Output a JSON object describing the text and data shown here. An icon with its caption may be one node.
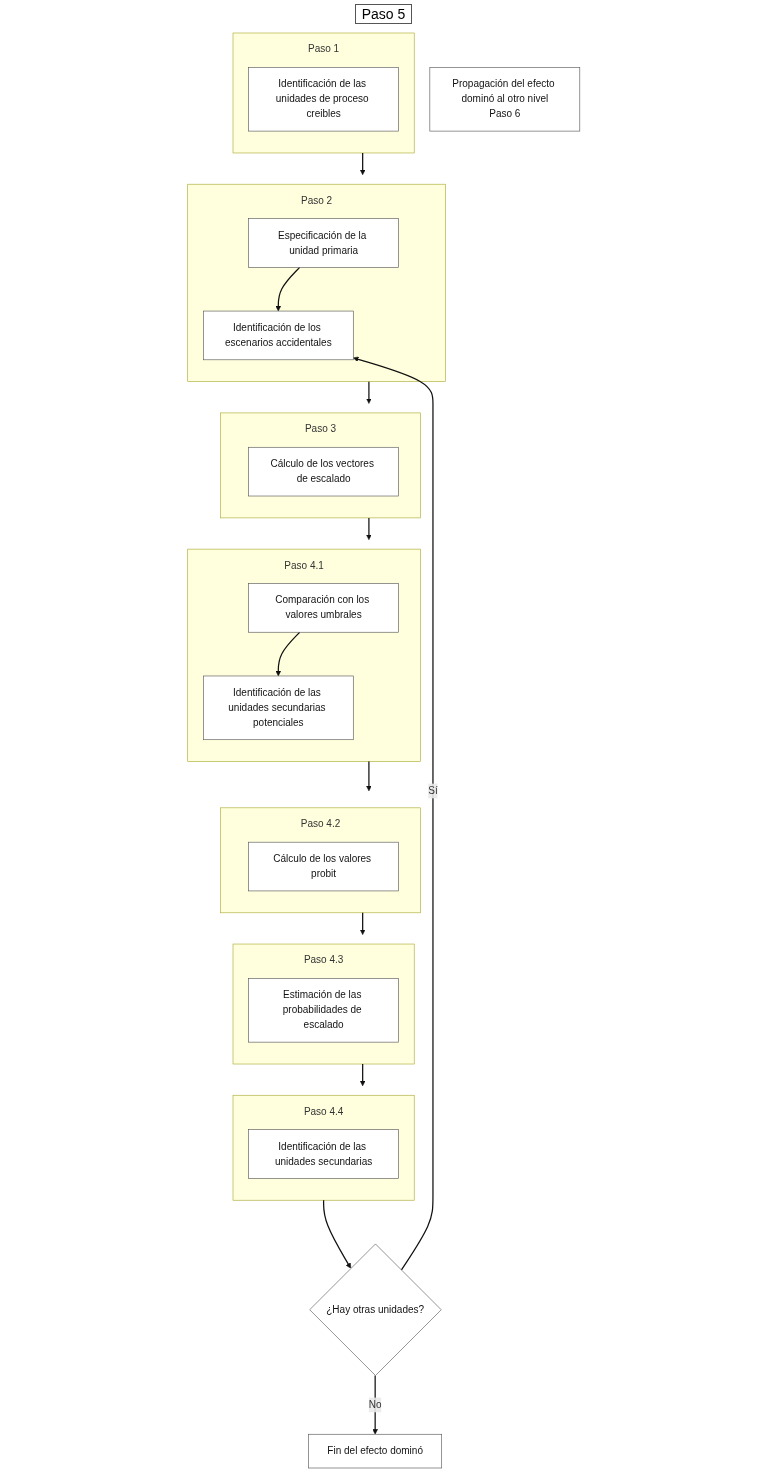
{
  "diagram": {
    "nodes": [
      {
        "text": [
          "Paso 1"
        ]
      },
      {
        "text": [
          "Identificación de las unidades de proceso creibles"
        ],
        "in": 0
      },
      {
        "text": [
          "Paso 2"
        ]
      },
      {
        "text": [
          "Especificación de la unidad primaria"
        ],
        "in": 2
      },
      {
        "text": [
          "Identificación de los escenarios accidentales"
        ],
        "in": 2
      },
      {
        "text": [
          "Paso 3"
        ]
      },
      {
        "text": [
          "Cálculo de los vectores de escalado"
        ],
        "in": 5
      },
      {
        "text": [
          "Paso 4.1"
        ]
      },
      {
        "text": [
          "Comparación con los valores umbrales"
        ],
        "in": 7
      },
      {
        "text": [
          "Identificación de las unidades secundarias potenciales"
        ],
        "in": 7
      },
      {
        "text": [
          "Paso 4.2"
        ]
      },
      {
        "text": [
          "Cálculo de los valores probit"
        ],
        "in": 10
      },
      {
        "text": [
          "Paso 4.3"
        ]
      },
      {
        "text": [
          "Estimación de las probabilidades de escalado"
        ],
        "in": 12
      },
      {
        "text": [
          "Paso 4.4"
        ]
      },
      {
        "text": [
          "Identificación de las unidades secundarias"
        ],
        "in": 14
      },
      {
        "text": [
          "¿Hay otras unidades?"
        ]
      },
      {
        "text": [
          "Fin del efecto dominó"
        ]
      },
      {
        "text": [
          "Propagación del efecto dominó al otro nivel",
          "Paso 6"
        ]
      }
    ],
    "edges": [
      {
        "from": 0,
        "to": 2,
        "arrow": "to"
      },
      {
        "from": 3,
        "to": 4,
        "arrow": "to"
      },
      {
        "from": 2,
        "to": 5,
        "arrow": "to"
      },
      {
        "from": 5,
        "to": 7,
        "arrow": "to"
      },
      {
        "from": 8,
        "to": 9,
        "arrow": "to"
      },
      {
        "from": 7,
        "to": 10,
        "arrow": "to"
      },
      {
        "from": 10,
        "to": 12,
        "arrow": "to"
      },
      {
        "from": 12,
        "to": 14,
        "arrow": "to"
      },
      {
        "from": 14,
        "to": 16,
        "arrow": "to"
      },
      {
        "from": 16,
        "to": 17,
        "label": "No",
        "arrow": "to"
      },
      {
        "from": 16,
        "to": 4,
        "label": "Sí",
        "arrow": "to"
      }
    ],
    "labels": [
      "Paso 5"
    ]
  }
}
